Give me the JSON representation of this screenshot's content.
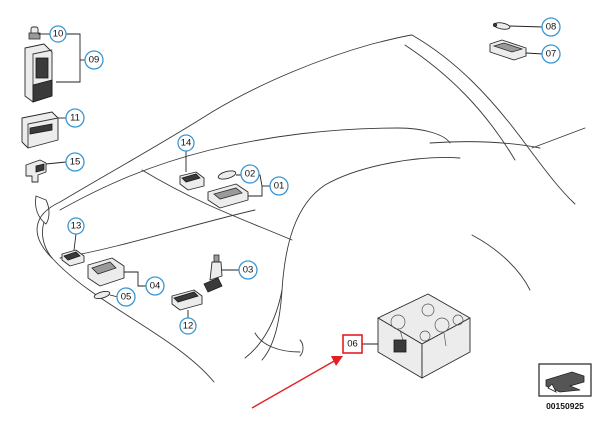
{
  "callouts": {
    "c01": "01",
    "c02": "02",
    "c03": "03",
    "c04": "04",
    "c05": "05",
    "c06": "06",
    "c07": "07",
    "c08": "08",
    "c09": "09",
    "c10": "10",
    "c11": "11",
    "c12": "12",
    "c13": "13",
    "c14": "14",
    "c15": "15"
  },
  "highlighted_callout": "06",
  "diagram_number": "00150925",
  "colors": {
    "callout_ring": "#3b97d3",
    "highlight": "#e31e24",
    "line": "#3a3a3a"
  }
}
